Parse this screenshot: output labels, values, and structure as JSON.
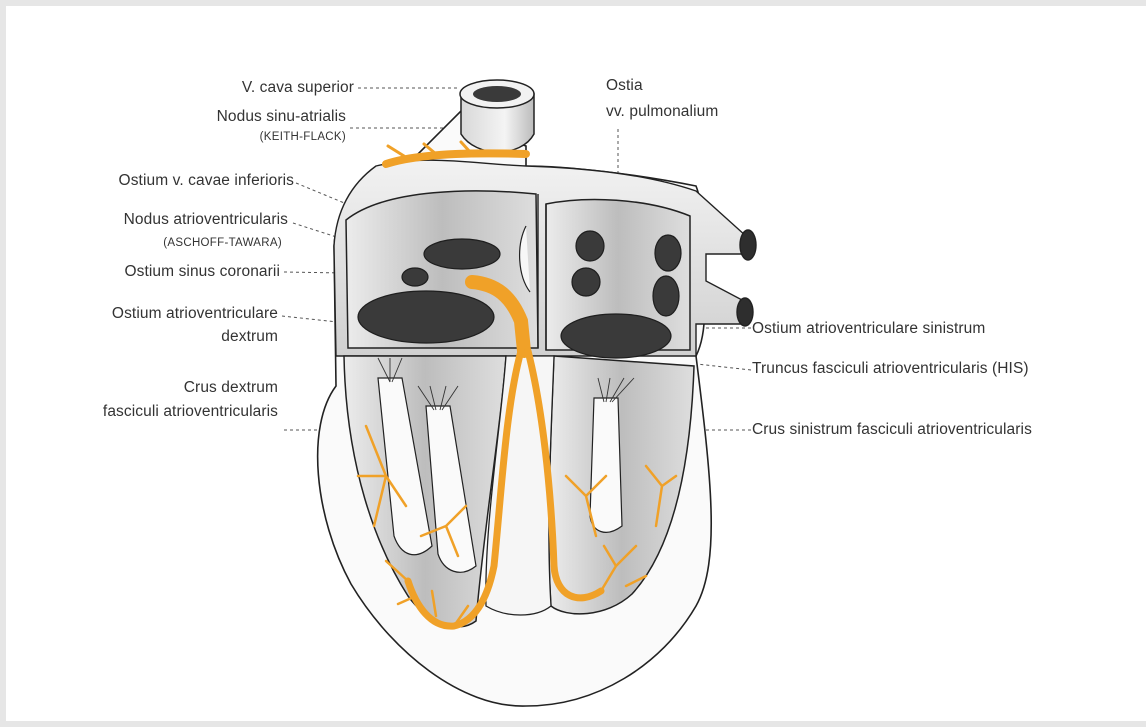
{
  "figure": {
    "colors": {
      "conduction_system": "#f0a128",
      "tissue": "#c4c4c4",
      "openings": "#3a3a3a",
      "outline": "#2a2a2a",
      "leader_lines": "#555555"
    },
    "labels": {
      "v_cava_superior": "V. cava superior",
      "nodus_sinuatrialis": "Nodus sinu-atrialis",
      "keith_flack": "(KEITH-FLACK)",
      "ostium_cavae_inferioris": "Ostium v. cavae inferioris",
      "nodus_atrioventricularis": "Nodus atrioventricularis",
      "aschoff_tawara": "(ASCHOFF-TAWARA)",
      "ostium_sinus_coronarii": "Ostium sinus coronarii",
      "ostium_av_dextrum_1": "Ostium atrioventriculare",
      "ostium_av_dextrum_2": "dextrum",
      "crus_dextrum_1": "Crus dextrum",
      "crus_dextrum_2": "fasciculi atrioventricularis",
      "ostia_1": "Ostia",
      "ostia_2": "vv. pulmonalium",
      "ostium_av_sinistrum": "Ostium atrioventriculare sinistrum",
      "truncus_his": "Truncus fasciculi atrioventricularis (HIS)",
      "crus_sinistrum": "Crus sinistrum fasciculi atrioventricularis"
    }
  }
}
